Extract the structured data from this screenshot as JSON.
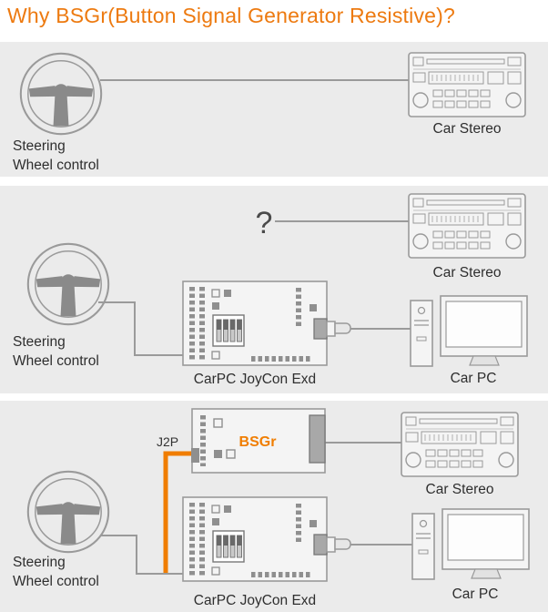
{
  "title": "Why BSGr(Button Signal Generator Resistive)?",
  "colors": {
    "accent_orange": "#ED7A10",
    "wire_orange": "#F07D00",
    "panel_background": "#EBEBEB",
    "line_gray": "#9A9A9A"
  },
  "panel1": {
    "steering_wheel_label_line1": "Steering",
    "steering_wheel_label_line2": "Wheel control",
    "car_stereo_label": "Car Stereo"
  },
  "panel2": {
    "question_mark": "?",
    "steering_wheel_label_line1": "Steering",
    "steering_wheel_label_line2": "Wheel control",
    "car_stereo_label": "Car Stereo",
    "joycon_label": "CarPC JoyCon Exd",
    "car_pc_label": "Car PC"
  },
  "panel3": {
    "j2p_label": "J2P",
    "bsgr_label": "BSGr",
    "steering_wheel_label_line1": "Steering",
    "steering_wheel_label_line2": "Wheel control",
    "car_stereo_label": "Car Stereo",
    "joycon_label": "CarPC JoyCon Exd",
    "car_pc_label": "Car PC"
  }
}
